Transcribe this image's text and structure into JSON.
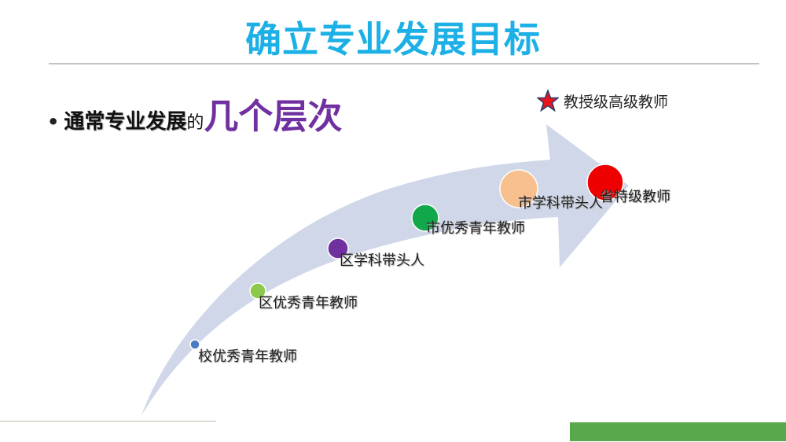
{
  "title": "确立专业发展目标",
  "bullet": {
    "part1": "通常专业发展",
    "part2": "的",
    "part3": "几个层次"
  },
  "legend": {
    "icon": "star-icon",
    "label": "教授级高级教师",
    "color": "#e8141b"
  },
  "levels": [
    {
      "label": "校优秀青年教师",
      "color": "#4a7cc4"
    },
    {
      "label": "区优秀青年教师",
      "color": "#8cc84b"
    },
    {
      "label": "区学科带头人",
      "color": "#7030a0"
    },
    {
      "label": "市优秀青年教师",
      "color": "#10a84a"
    },
    {
      "label": "市学科带头人",
      "color": "#f9c08f"
    },
    {
      "label": "省特级教师",
      "color": "#ee0000"
    }
  ],
  "colors": {
    "title": "#1cb0e6",
    "arrow": "#cfd7e8",
    "accent_bar": "#59a84b"
  }
}
